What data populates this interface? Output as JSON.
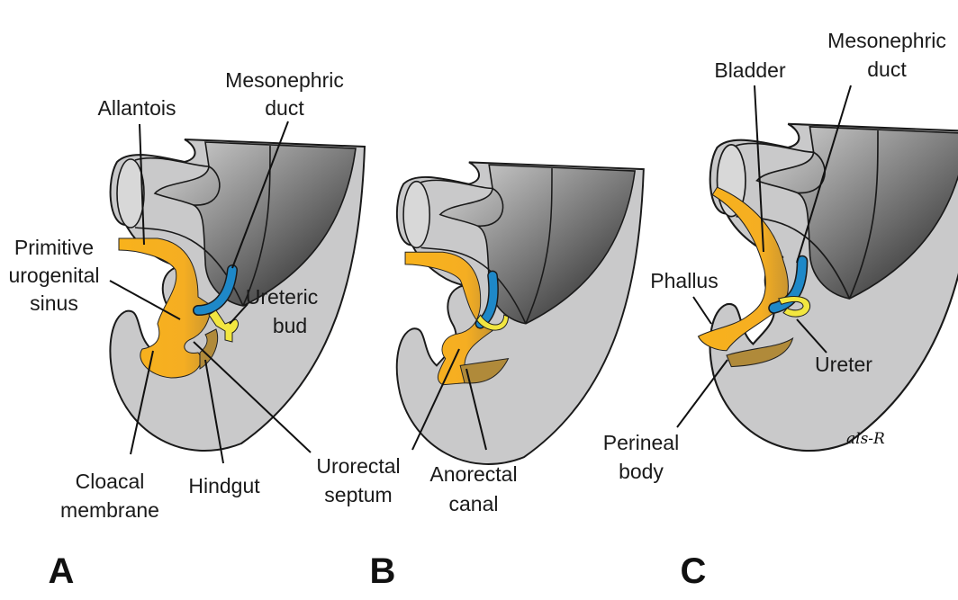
{
  "panels": {
    "A": {
      "letter": "A",
      "labels": {
        "allantois": "Allantois",
        "mesonephric_duct": [
          "Mesonephric",
          "duct"
        ],
        "primitive_urogenital_sinus": [
          "Primitive",
          "urogenital",
          "sinus"
        ],
        "ureteric_bud": [
          "Ureteric",
          "bud"
        ],
        "cloacal_membrane": [
          "Cloacal",
          "membrane"
        ],
        "hindgut": "Hindgut"
      }
    },
    "B": {
      "letter": "B",
      "labels": {
        "urorectal_septum": [
          "Urorectal",
          "septum"
        ],
        "anorectal_canal": [
          "Anorectal",
          "canal"
        ]
      }
    },
    "C": {
      "letter": "C",
      "labels": {
        "bladder": "Bladder",
        "mesonephric_duct": [
          "Mesonephric",
          "duct"
        ],
        "phallus": "Phallus",
        "ureter": "Ureter",
        "perineal_body": [
          "Perineal",
          "body"
        ]
      },
      "signature": "als-R"
    }
  },
  "colors": {
    "tissue": "#c9c9ca",
    "urogenital": "#f7b221",
    "hindgut": "#b08a3a",
    "mesonephric_duct": "#1e88c8",
    "ureter": "#f2e640"
  }
}
